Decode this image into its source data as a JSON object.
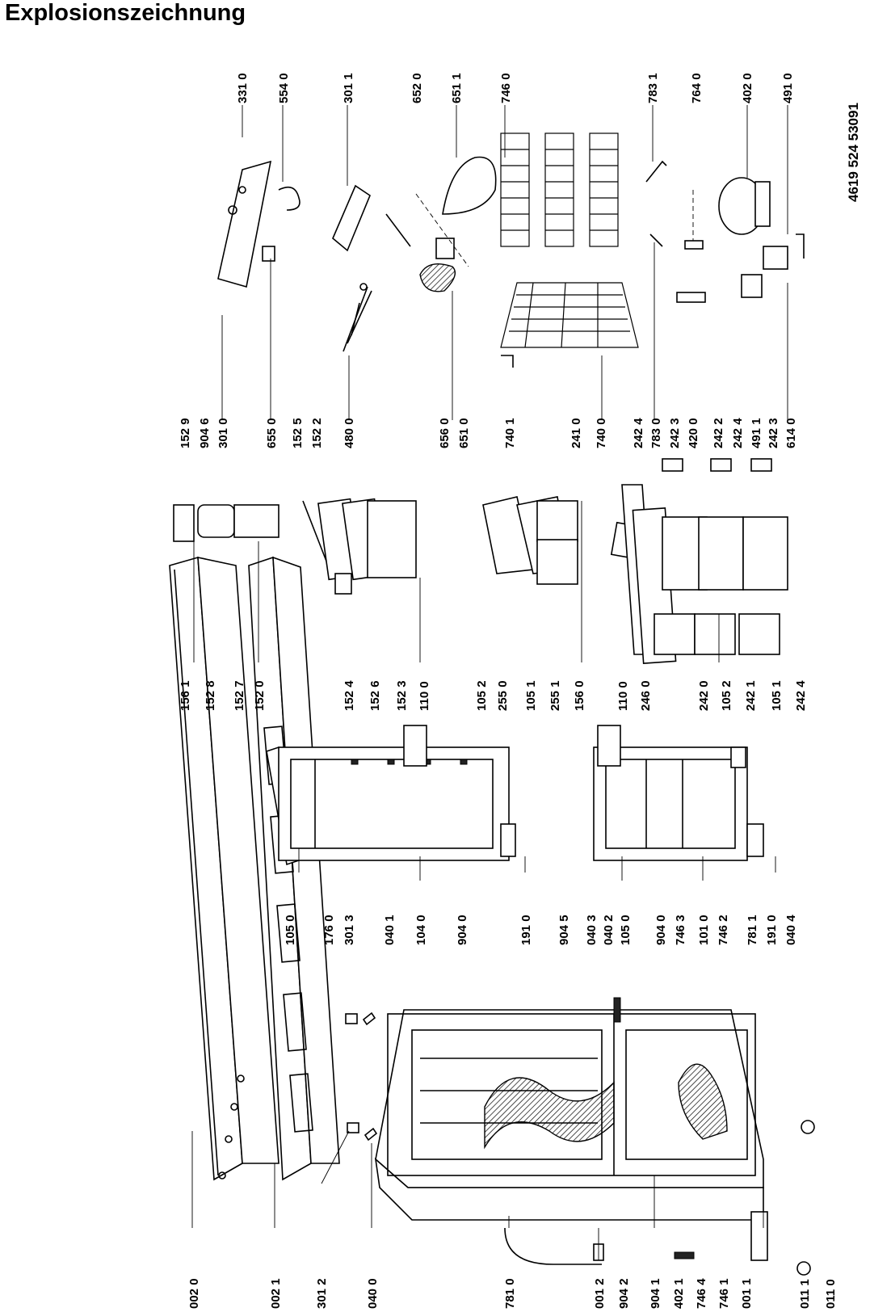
{
  "title": "Explosionszeichnung",
  "document_number": "4619 524 53091",
  "labels": {
    "l0020": "002 0",
    "l0021": "002 1",
    "l3012": "301 2",
    "l0400": "040 0",
    "l7810": "781 0",
    "l0012": "001 2",
    "l9042": "904 2",
    "l9041": "904 1",
    "l4021": "402 1",
    "l7464": "746 4",
    "l7461": "746 1",
    "l0011": "001 1",
    "l0111": "011 1",
    "l0110": "011 0",
    "l1050a": "105 0",
    "l1760": "176 0",
    "l3013": "301 3",
    "l0401": "040 1",
    "l1040": "104 0",
    "l9040a": "904 0",
    "l1910a": "191 0",
    "l9045": "904 5",
    "l0403": "040 3",
    "l0402": "040 2",
    "l1050b": "105 0",
    "l9040b": "904 0",
    "l7463": "746 3",
    "l1010": "101 0",
    "l7462": "746 2",
    "l7811": "781 1",
    "l1910b": "191 0",
    "l0404": "040 4",
    "l1561": "156 1",
    "l1528": "152 8",
    "l1527": "152 7",
    "l1520": "152 0",
    "l1524": "152 4",
    "l1526": "152 6",
    "l1523": "152 3",
    "l1100a": "110 0",
    "l1052a": "105 2",
    "l2550": "255 0",
    "l1051a": "105 1",
    "l2551": "255 1",
    "l1560": "156 0",
    "l1100b": "110 0",
    "l2460": "246 0",
    "l2420": "242 0",
    "l1052b": "105 2",
    "l2421": "242 1",
    "l1051b": "105 1",
    "l2424b": "242 4",
    "l1529": "152 9",
    "l9046": "904 6",
    "l3010": "301 0",
    "l6550": "655 0",
    "l1525": "152 5",
    "l1522": "152 2",
    "l4800": "480 0",
    "l6560": "656 0",
    "l6510": "651 0",
    "l7401": "740 1",
    "l2410": "241 0",
    "l7400": "740 0",
    "l2424a": "242 4",
    "l7830": "783 0",
    "l2423a": "242 3",
    "l4200": "420 0",
    "l2422": "242 2",
    "l2424c": "242 4",
    "l4911": "491 1",
    "l2423b": "242 3",
    "l6140": "614 0",
    "l3310": "331 0",
    "l5540": "554 0",
    "l3011": "301 1",
    "l6520": "652 0",
    "l6511": "651 1",
    "l7460": "746 0",
    "l7831": "783 1",
    "l7640": "764 0",
    "l4020": "402 0",
    "l4910": "491 0"
  }
}
